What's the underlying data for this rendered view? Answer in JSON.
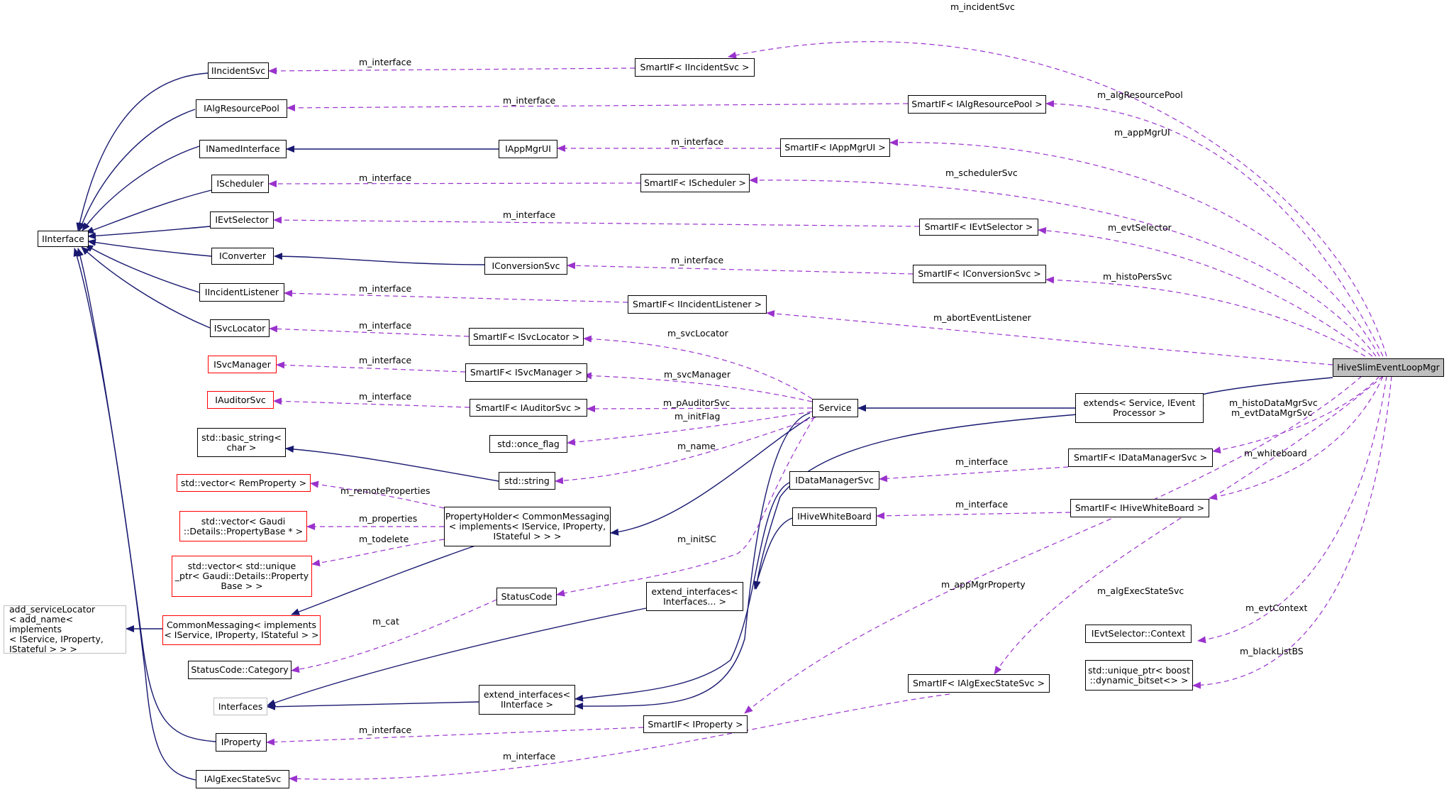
{
  "colors": {
    "inherit": "#191970",
    "member": "#9a32cd",
    "focus_bg": "#bfbfbf",
    "red_border": "#ff0000",
    "gray_border": "#bfbfbf"
  },
  "nodes": {
    "iinterface": "IInterface",
    "iincidentsvc": "IIncidentSvc",
    "ialgresourcepool": "IAlgResourcePool",
    "inamedinterface": "INamedInterface",
    "ischeduler": "IScheduler",
    "ievtselector": "IEvtSelector",
    "iconverter": "IConverter",
    "iincidentlistener": "IIncidentListener",
    "isvclocator": "ISvcLocator",
    "isvcmanager": "ISvcManager",
    "iauditorsvc": "IAuditorSvc",
    "basic_string": "std::basic_string<\nchar >",
    "vector_remprop": "std::vector< RemProperty >",
    "vector_propbase": "std::vector< Gaudi\n::Details::PropertyBase * >",
    "vector_uptr": "std::vector< std::unique\n_ptr< Gaudi::Details::Property\nBase > >",
    "add_servicelocator": "add_serviceLocator\n< add_name< implements\n< IService, IProperty,\nIStateful > > >",
    "commonmessaging": "CommonMessaging< implements\n< IService, IProperty, IStateful > >",
    "statuscode_category": "StatusCode::Category",
    "interfaces": "Interfaces",
    "iproperty": "IProperty",
    "ialgexecstatesvc": "IAlgExecStateSvc",
    "iappmgrui": "IAppMgrUI",
    "iconversionsvc": "IConversionSvc",
    "smartif_isvclocator": "SmartIF< ISvcLocator >",
    "smartif_isvcmanager": "SmartIF< ISvcManager >",
    "smartif_iauditorsvc": "SmartIF< IAuditorSvc >",
    "once_flag": "std::once_flag",
    "std_string": "std::string",
    "propertyholder": "PropertyHolder< CommonMessaging\n< implements< IService, IProperty,\nIStateful > > >",
    "statuscode": "StatusCode",
    "extend_interfaces_pack": "extend_interfaces<\nInterfaces... >",
    "extend_interfaces_iinterface": "extend_interfaces<\nIInterface >",
    "smartif_iproperty": "SmartIF< IProperty >",
    "smartif_iincidentsvc": "SmartIF< IIncidentSvc >",
    "smartif_ischeduler": "SmartIF< IScheduler >",
    "smartif_iincidentlistener": "SmartIF< IIncidentListener >",
    "service": "Service",
    "idatamanagersvc": "IDataManagerSvc",
    "ihivewhiteboard": "IHiveWhiteBoard",
    "smartif_iappmgrui": "SmartIF< IAppMgrUI >",
    "smartif_ialgresourcepool": "SmartIF< IAlgResourcePool >",
    "smartif_ievtselector": "SmartIF< IEvtSelector >",
    "smartif_iconversionsvc": "SmartIF< IConversionSvc >",
    "extends_service": "extends< Service, IEvent\nProcessor >",
    "smartif_idatamanagersvc": "SmartIF< IDataManagerSvc >",
    "smartif_ihivewhiteboard": "SmartIF< IHiveWhiteBoard >",
    "smartif_ialgexecstatesvc": "SmartIF< IAlgExecStateSvc >",
    "ievtselector_context": "IEvtSelector::Context",
    "unique_ptr_bitset": "std::unique_ptr< boost\n::dynamic_bitset<> >",
    "hive": "HiveSlimEventLoopMgr"
  },
  "edge_labels": {
    "m_incidentSvc": "m_incidentSvc",
    "m_interface": "m_interface",
    "m_algResourcePool": "m_algResourcePool",
    "m_appMgrUI": "m_appMgrUI",
    "m_schedulerSvc": "m_schedulerSvc",
    "m_evtSelector": "m_evtSelector",
    "m_histoPersSvc": "m_histoPersSvc",
    "m_abortEventListener": "m_abortEventListener",
    "m_svcLocator": "m_svcLocator",
    "m_svcManager": "m_svcManager",
    "m_pAuditorSvc": "m_pAuditorSvc",
    "m_initFlag": "m_initFlag",
    "m_name": "m_name",
    "m_histoDataMgrSvc": "m_histoDataMgrSvc",
    "m_evtDataMgrSvc": "m_evtDataMgrSvc",
    "m_whiteboard": "m_whiteboard",
    "m_remoteProperties": "m_remoteProperties",
    "m_properties": "m_properties",
    "m_todelete": "m_todelete",
    "m_initSC": "m_initSC",
    "m_cat": "m_cat",
    "m_appMgrProperty": "m_appMgrProperty",
    "m_algExecStateSvc": "m_algExecStateSvc",
    "m_evtContext": "m_evtContext",
    "m_blackListBS": "m_blackListBS"
  }
}
